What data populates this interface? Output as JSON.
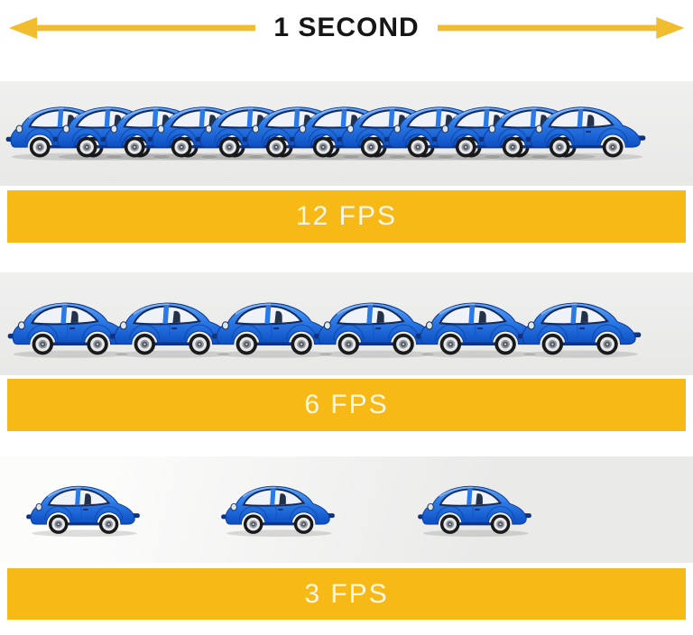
{
  "header": {
    "title": "1 SECOND"
  },
  "rows": [
    {
      "label": "12 FPS",
      "fps": 12,
      "car_count": 12
    },
    {
      "label": "6 FPS",
      "fps": 6,
      "car_count": 6
    },
    {
      "label": "3 FPS",
      "fps": 3,
      "car_count": 3
    }
  ],
  "colors": {
    "banner": "#F6B915",
    "banner_text": "#FCF6E6",
    "arrow": "#F1BD2E",
    "car_body": "#2B79E6",
    "band_background": "#ECECEB",
    "title_text": "#161616",
    "page_background": "#FFFFFF"
  },
  "icons": {
    "car": "car-icon",
    "left_arrow": "left-arrow-icon",
    "right_arrow": "right-arrow-icon"
  }
}
